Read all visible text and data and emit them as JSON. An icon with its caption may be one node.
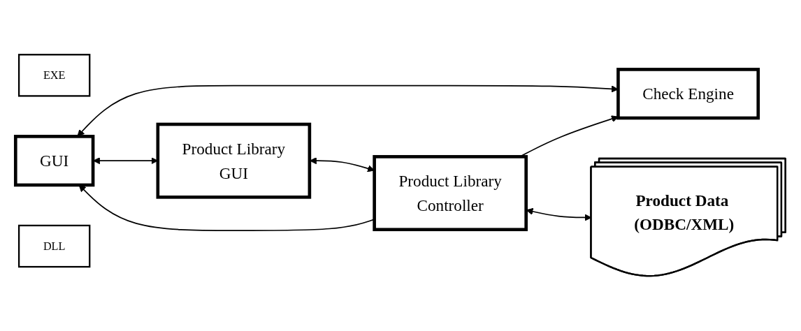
{
  "diagram": {
    "nodes": [
      {
        "text": [
          "EXE"
        ]
      },
      {
        "text": [
          "GUI"
        ]
      },
      {
        "text": [
          "Product Library",
          "GUI"
        ]
      },
      {
        "text": [
          "Check Engine"
        ]
      },
      {
        "text": [
          "Product Library",
          "Controller"
        ]
      },
      {
        "text": [
          "Product Data (ODBC/XML)"
        ]
      },
      {
        "text": [
          "DLL"
        ]
      }
    ],
    "edges": [
      {
        "from": 1,
        "to": 2,
        "arrow": "both"
      },
      {
        "from": 1,
        "to": 3,
        "arrow": "both"
      },
      {
        "from": 2,
        "to": 4,
        "arrow": "both"
      },
      {
        "from": 4,
        "to": 1,
        "arrow": "to"
      },
      {
        "from": 4,
        "to": 3,
        "arrow": "to"
      },
      {
        "from": 4,
        "to": 5,
        "arrow": "both"
      }
    ]
  }
}
